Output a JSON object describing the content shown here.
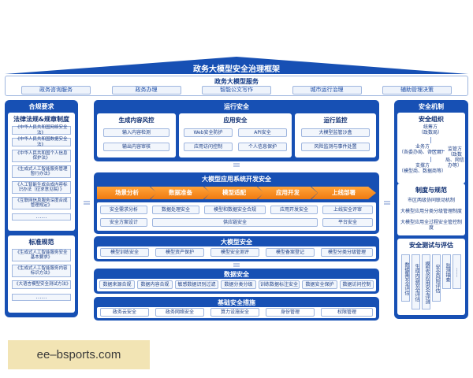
{
  "framework_title": "政务大模型安全治理框架",
  "services": {
    "title": "政务大模型服务",
    "items": [
      "政务咨询服务",
      "政务办理",
      "智能公文写作",
      "城市运行治理",
      "辅助管理决策"
    ]
  },
  "left": {
    "compliance_title": "合规要求",
    "laws": {
      "title": "法律法规&规章制度",
      "items": [
        "《中华人民共和国网络安全法》",
        "《中华人民共和国数据安全法》",
        "《中华人民共和国个人信息保护法》",
        "《生成式人工智能服务管理暂行办法》",
        "《人工智能生成合成内容标识办法（征求意见稿）》",
        "《互联网信息服务深度合成管理规定》"
      ],
      "more": "……"
    },
    "standards": {
      "title": "标准规范",
      "items": [
        "《生成式人工智能服务安全基本要求》",
        "《生成式人工智能服务内容标识方法》",
        "《大语言模型安全测试方法》"
      ],
      "more": "……"
    }
  },
  "center": {
    "ops": {
      "title": "运行安全",
      "groups": [
        {
          "title": "生成内容风控",
          "items": [
            "输入内容检测",
            "输出内容审核"
          ]
        },
        {
          "title": "应用安全",
          "items": [
            "Web安全防护",
            "API安全",
            "应用访问控制",
            "个人信息保护"
          ]
        },
        {
          "title": "运行监控",
          "items": [
            "大模型监管沙盒",
            "风险监测与事件处置"
          ]
        }
      ]
    },
    "devsec": {
      "title": "大模型应用系统开发安全",
      "steps": [
        "场景分析",
        "数据准备",
        "模型适配",
        "应用开发",
        "上线部署"
      ],
      "row1": [
        "安全需求分析",
        "数据处理安全",
        "模型和数据安全合规",
        "应用开发安全",
        "上线安全评审"
      ],
      "row2_left": "安全方案设计",
      "row2_mid": "供应链安全",
      "row2_right": "平台安全"
    },
    "model": {
      "title": "大模型安全",
      "items": [
        "模型训练安全",
        "模型资产保护",
        "模型安全测评",
        "模型备案登记",
        "模型分类分级管理"
      ]
    },
    "data": {
      "title": "数据安全",
      "items": [
        "数据来源合规",
        "数据内容合规",
        "敏感数据识别过滤",
        "数据分类分级",
        "训练数据标注安全",
        "数据安全保护",
        "数据访问控制"
      ]
    },
    "infra": {
      "title": "基础安全措施",
      "items": [
        "政务云安全",
        "政务网络安全",
        "算力设施安全",
        "身份管理",
        "权限管理"
      ]
    }
  },
  "right": {
    "mech_title": "安全机制",
    "org": {
      "title": "安全组织",
      "lead": "统筹方\n（政数局）",
      "biz": "业务方\n（各委办局、各区县）",
      "supervise": "监管方\n（政数局、网信办等）",
      "support": "支撑方\n（模型商、数据商等）"
    },
    "policy": {
      "title": "制度与规范",
      "items": [
        "市区两级协同联动机制",
        "大模型应用分类分级管理制度",
        "大模型应用全过程安全管控制度"
      ]
    },
    "testing": {
      "title": "安全测试与评估",
      "cols": [
        "数据集安全评估",
        "生成内容安全评估",
        "模型及应用安全评测",
        "安全风险评估",
        "监测抽查",
        "……"
      ]
    }
  },
  "watermark": "ee–bsports.com",
  "colors": {
    "primary": "#1750b4",
    "accent": "#f07a10"
  }
}
